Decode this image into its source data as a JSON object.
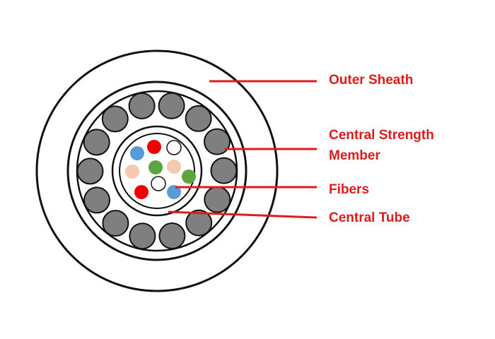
{
  "labels": {
    "outer_sheath": "Outer Sheath",
    "strength_member_line1": "Central Strength",
    "strength_member_line2": "Member",
    "fibers": "Fibers",
    "central_tube": "Central Tube"
  },
  "colors": {
    "label_text": "#e01b1b",
    "leader_line": "#e01b1b",
    "outline": "#111111",
    "strength_rod": "#7f7f7f",
    "fiber_red": "#ee0000",
    "fiber_blue": "#5b9bd5",
    "fiber_green": "#5aa63c",
    "fiber_peach": "#f4c9b0",
    "fiber_white": "#ffffff"
  }
}
